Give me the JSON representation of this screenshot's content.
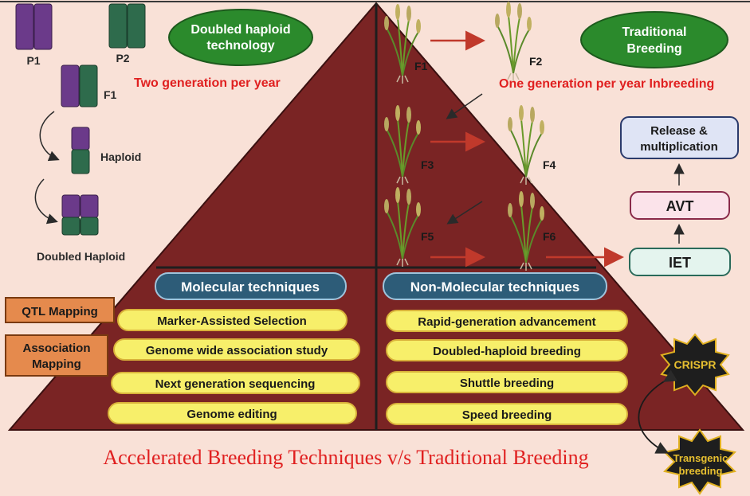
{
  "colors": {
    "background": "#f9e1d7",
    "pyramid": "#7a2424",
    "pill_fill": "#f7ef6a",
    "pill_border": "#d9b23a",
    "header_pill": "#2d5c78",
    "ellipse_green": "#2b8a2c",
    "red_text": "#e02020",
    "arrow_red": "#c0392b",
    "orange_box": "#e58a4d"
  },
  "title": "Accelerated Breeding Techniques v/s Traditional Breeding",
  "dh": {
    "badge_line1": "Doubled haploid",
    "badge_line2": "technology",
    "subtitle": "Two generation per year",
    "p1": "P1",
    "p2": "P2",
    "f1": "F1",
    "haploid": "Haploid",
    "doubled": "Doubled Haploid"
  },
  "trad": {
    "badge_line1": "Traditional",
    "badge_line2": "Breeding",
    "subtitle": "One generation per year Inbreeding",
    "gens": [
      "F1",
      "F2",
      "F3",
      "F4",
      "F5",
      "F6"
    ],
    "release_line1": "Release &",
    "release_line2": "multiplication",
    "avt": "AVT",
    "iet": "IET"
  },
  "molecular": {
    "header": "Molecular techniques",
    "items": [
      "Marker-Assisted Selection",
      "Genome wide association study",
      "Next generation sequencing",
      "Genome editing"
    ]
  },
  "nonmolecular": {
    "header": "Non-Molecular techniques",
    "items": [
      "Rapid-generation advancement",
      "Doubled-haploid breeding",
      "Shuttle breeding",
      "Speed breeding"
    ]
  },
  "side": {
    "qtl": "QTL Mapping",
    "assoc_line1": "Association",
    "assoc_line2": "Mapping"
  },
  "stars": {
    "crispr": "CRISPR",
    "transgenic_line1": "Transgenic",
    "transgenic_line2": "breeding"
  }
}
